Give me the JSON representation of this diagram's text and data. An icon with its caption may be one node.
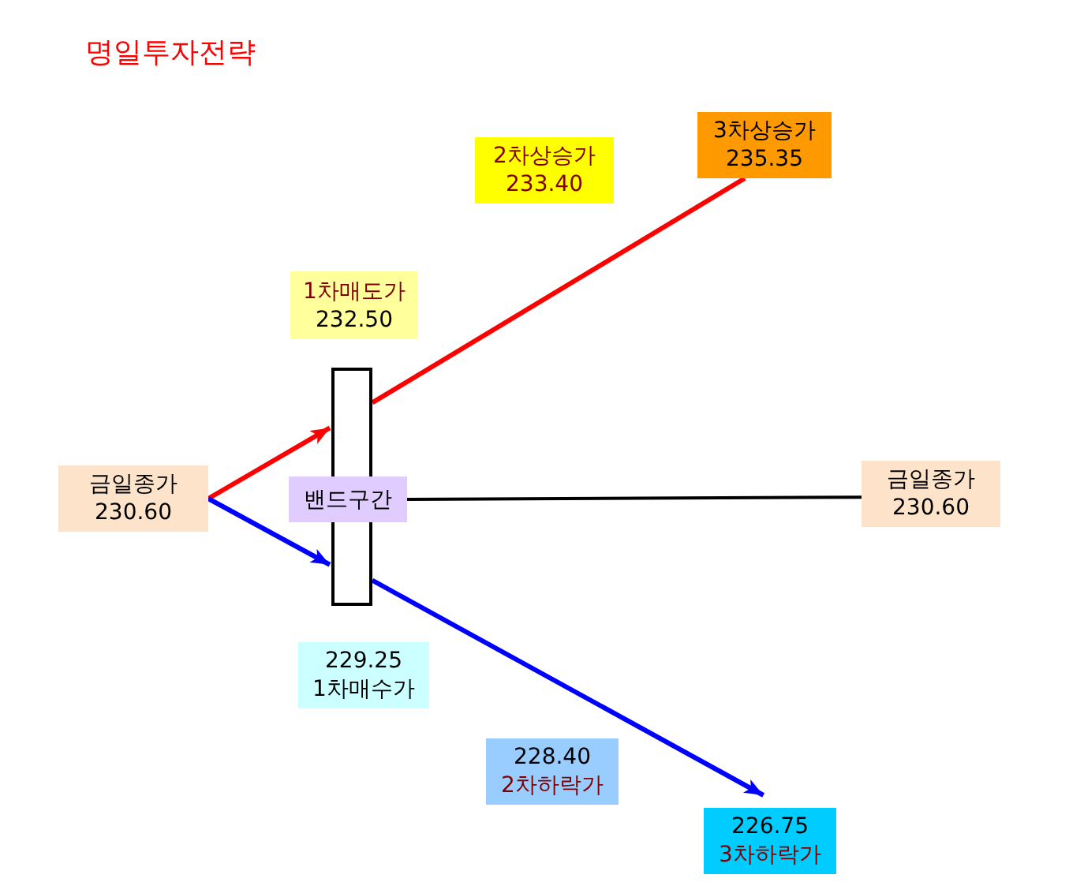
{
  "diagram": {
    "title": "명일투자전략",
    "nodes": [
      {
        "text": [
          "금일종가",
          "230.60"
        ]
      },
      {
        "text": [],
        "shape": "bar"
      },
      {
        "text": [
          "1차매도가",
          "232.50"
        ]
      },
      {
        "text": [
          "2차상승가",
          "233.40"
        ]
      },
      {
        "text": [
          "3차상승가",
          "235.35"
        ]
      },
      {
        "text": [
          "밴드구간"
        ]
      },
      {
        "text": [
          "금일종가",
          "230.60"
        ]
      },
      {
        "text": [
          "229.25",
          "1차매수가"
        ]
      },
      {
        "text": [
          "228.40",
          "2차하락가"
        ]
      },
      {
        "text": [
          "226.75",
          "3차하락가"
        ]
      }
    ],
    "edges": [
      {
        "from": 0,
        "to": 1,
        "arrow": "to",
        "color": "#ff0000"
      },
      {
        "from": 1,
        "to": 4,
        "arrow": "none",
        "color": "#ff0000"
      },
      {
        "from": 0,
        "to": 1,
        "arrow": "to",
        "color": "#0000ff"
      },
      {
        "from": 1,
        "to": 9,
        "arrow": "to",
        "color": "#0000ff"
      },
      {
        "from": 5,
        "to": 6,
        "arrow": "none",
        "color": "#000000"
      }
    ]
  }
}
